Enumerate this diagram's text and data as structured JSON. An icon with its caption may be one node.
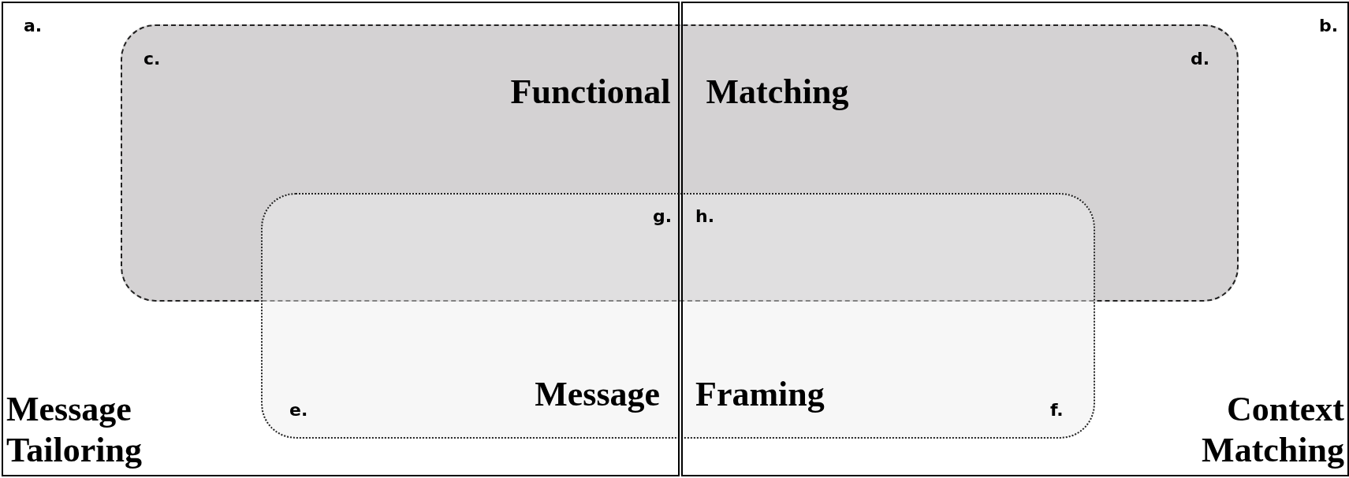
{
  "diagram": {
    "nodes": [
      {
        "text": [
          "Message Tailoring"
        ]
      },
      {
        "text": [
          "Context Matching"
        ]
      },
      {
        "text": [
          "Functional Matching"
        ]
      },
      {
        "text": [
          "Message Framing"
        ]
      }
    ],
    "labels": [
      "a.",
      "b.",
      "c.",
      "d.",
      "g.",
      "h.",
      "e.",
      "f."
    ]
  }
}
